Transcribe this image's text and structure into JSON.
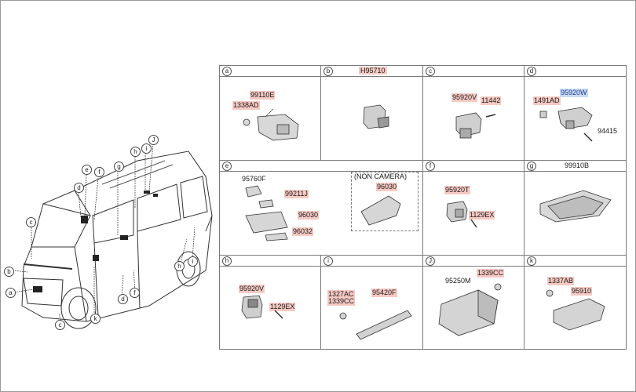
{
  "cells": {
    "a": {
      "letter": "a",
      "title": "",
      "parts": [
        "99110E",
        "1338AD"
      ]
    },
    "b": {
      "letter": "b",
      "title": "H95710",
      "parts": []
    },
    "c": {
      "letter": "c",
      "title": "",
      "parts": [
        "95920V",
        "11442"
      ]
    },
    "d": {
      "letter": "d",
      "title": "",
      "parts": [
        "1491AD",
        "95920W",
        "94415"
      ]
    },
    "e": {
      "letter": "e",
      "title": "",
      "parts": [
        "95760F",
        "99211J",
        "96030",
        "96032"
      ],
      "group_label": "(NON CAMERA)",
      "group_part": "96030"
    },
    "f": {
      "letter": "f",
      "title": "",
      "parts": [
        "95920T",
        "1129EX"
      ]
    },
    "g": {
      "letter": "g",
      "title": "99910B",
      "parts": []
    },
    "h": {
      "letter": "h",
      "title": "",
      "parts": [
        "95920V",
        "1129EX"
      ]
    },
    "i": {
      "letter": "i",
      "title": "",
      "parts": [
        "1327AC",
        "1339CC",
        "95420F"
      ]
    },
    "j": {
      "letter": "J",
      "title": "",
      "parts": [
        "95250M",
        "1339CC"
      ]
    },
    "k": {
      "letter": "k",
      "title": "",
      "parts": [
        "1337AB",
        "95910"
      ]
    }
  },
  "vehicle_callouts": [
    "J",
    "i",
    "h",
    "e",
    "f",
    "g",
    "d",
    "c",
    "b",
    "a",
    "c",
    "k",
    "d",
    "f",
    "h",
    "i"
  ],
  "colors": {
    "highlight": "#f6c9c3",
    "blue_highlight": "#c9daf6",
    "line": "#7a7a7a"
  }
}
